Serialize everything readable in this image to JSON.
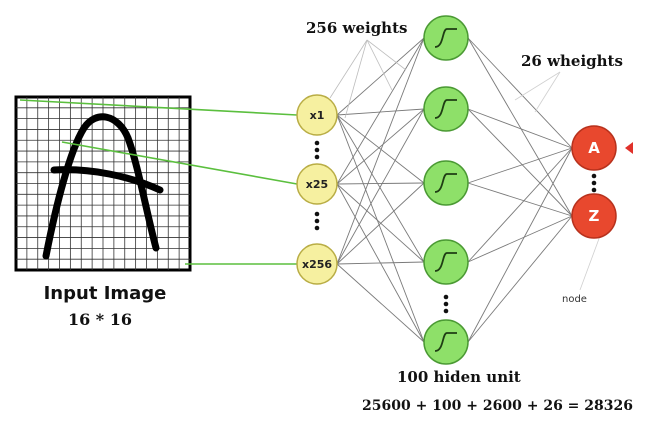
{
  "input": {
    "title": "Input Image",
    "size": "16 * 16",
    "letter": "A"
  },
  "labels": {
    "weights_in": "256 weights",
    "weights_out": "26 wheights",
    "hidden": "100 hiden unit",
    "equation": "25600  + 100  + 2600 + 26 = 28326",
    "node": "node"
  },
  "input_nodes": [
    "x1",
    "x25",
    "x256"
  ],
  "output_nodes": [
    "A",
    "Z"
  ],
  "colors": {
    "input_node": "#f6f0a0",
    "input_stroke": "#b9ad45",
    "hidden_node": "#8ee069",
    "hidden_stroke": "#4b9a34",
    "output_node": "#e8482e",
    "output_stroke": "#b8321d",
    "link": "#7a7a7a",
    "pixel_link": "#5bbf3e",
    "marker": "#e0312a"
  }
}
